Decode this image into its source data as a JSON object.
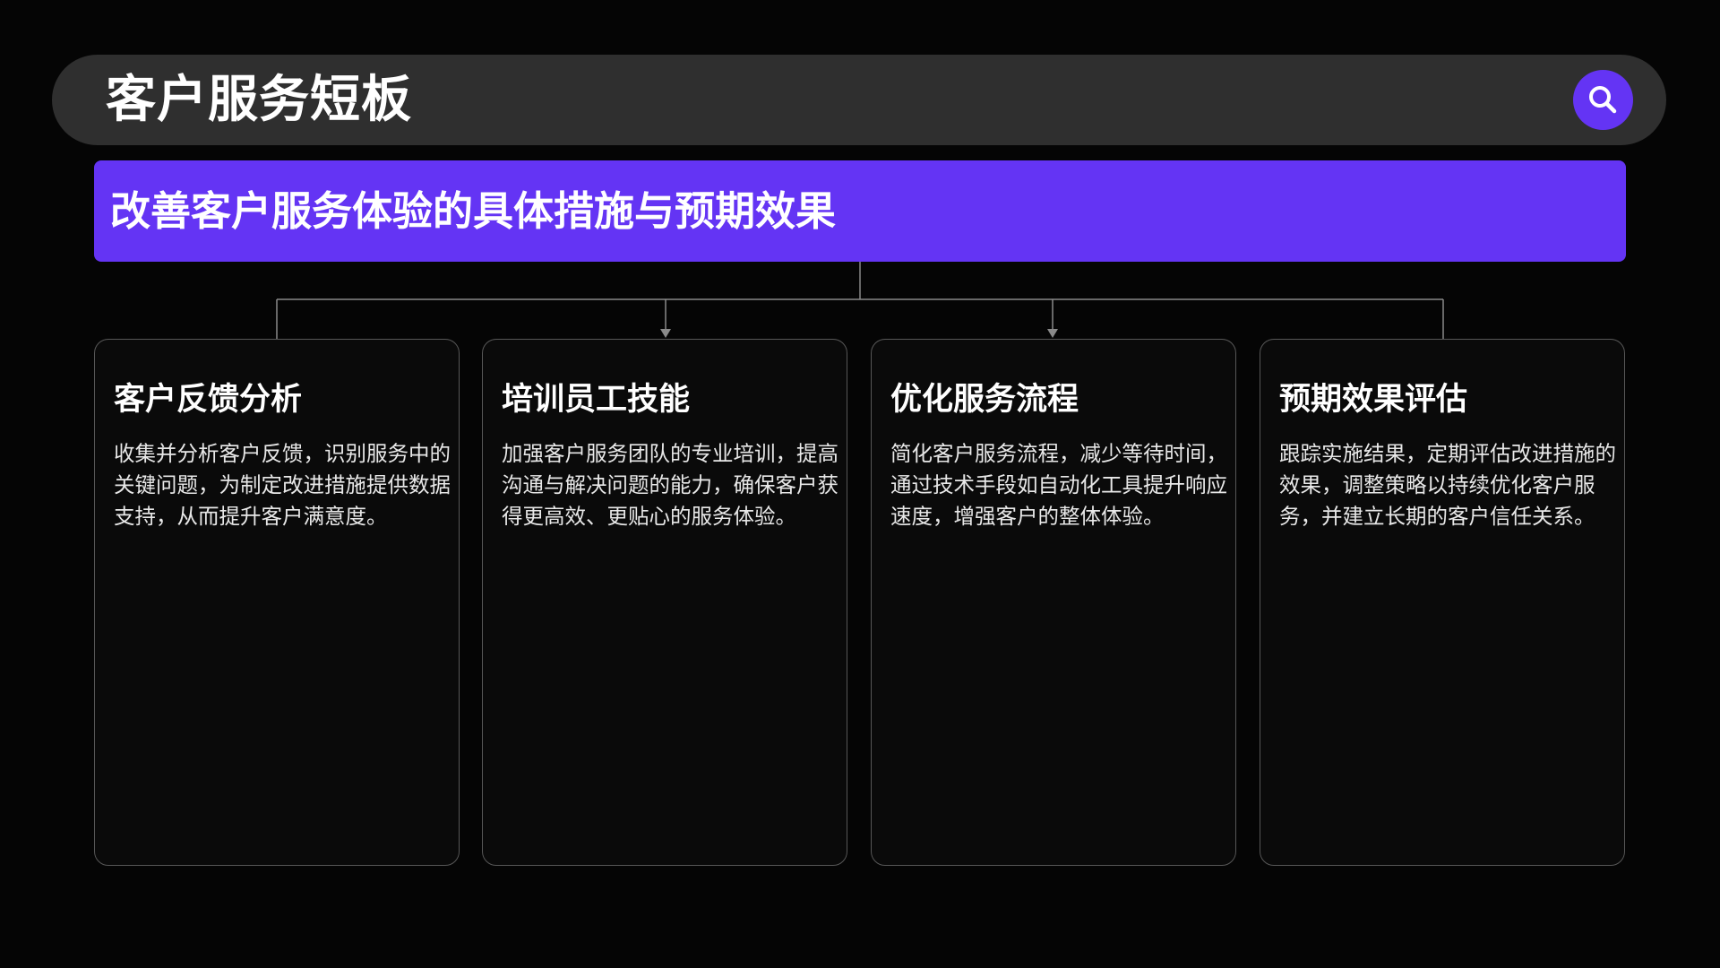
{
  "header": {
    "title": "客户服务短板",
    "search_icon": "search-icon"
  },
  "banner": {
    "subtitle": "改善客户服务体验的具体措施与预期效果"
  },
  "cards": [
    {
      "title": "客户反馈分析",
      "body": "收集并分析客户反馈，识别服务中的关键问题，为制定改进措施提供数据支持，从而提升客户满意度。"
    },
    {
      "title": "培训员工技能",
      "body": "加强客户服务团队的专业培训，提高沟通与解决问题的能力，确保客户获得更高效、更贴心的服务体验。"
    },
    {
      "title": "优化服务流程",
      "body": "简化客户服务流程，减少等待时间，通过技术手段如自动化工具提升响应速度，增强客户的整体体验。"
    },
    {
      "title": "预期效果评估",
      "body": "跟踪实施结果，定期评估改进措施的效果，调整策略以持续优化客户服务，并建立长期的客户信任关系。"
    }
  ],
  "colors": {
    "background": "#050505",
    "header_bar": "#2f2f2f",
    "accent": "#6434f4",
    "connector": "#8a8a8a",
    "card_border": "#575757"
  }
}
